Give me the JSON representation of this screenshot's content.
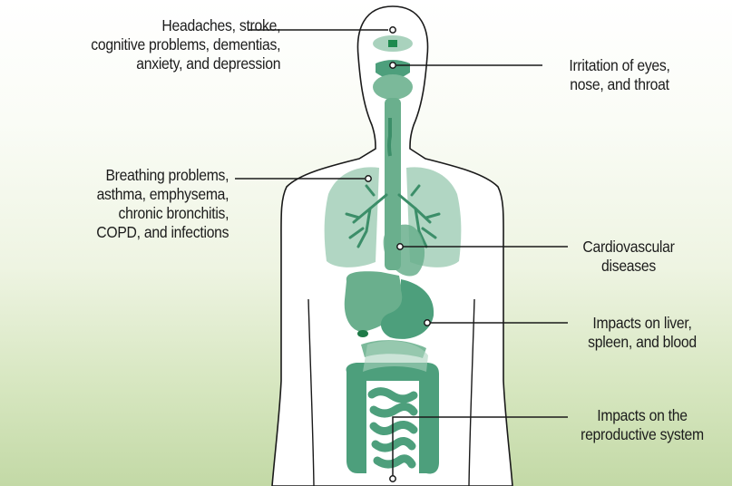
{
  "labels": {
    "head": "Headaches, stroke,\ncognitive problems, dementias,\nanxiety, and depression",
    "eyes": "Irritation of eyes,\nnose, and throat",
    "lungs": "Breathing problems,\nasthma, emphysema,\nchronic bronchitis,\nCOPD, and infections",
    "heart": "Cardiovascular\ndiseases",
    "liver": "Impacts on liver,\nspleen, and blood",
    "reproductive": "Impacts on the\nreproductive system"
  },
  "colors": {
    "organ": "#4d9f7c",
    "organ_light": "#a9d2bd",
    "organ_dark": "#2e7d5a",
    "body_outline": "#1a1a1a",
    "leader_line": "#1a1a1a",
    "background_bottom": "#c3d9a6"
  }
}
